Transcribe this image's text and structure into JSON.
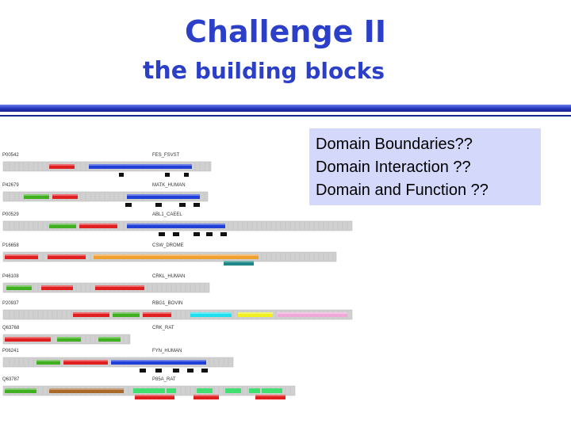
{
  "title": {
    "line1": "Challenge II",
    "line2_first": "the",
    "line2_rest": " building blocks"
  },
  "colors": {
    "title": "#2b3fc8",
    "rule": "#2334b8",
    "callout_bg": "#d4d8fb"
  },
  "callout": {
    "lines": [
      "Domain Boundaries??",
      "Domain Interaction ??",
      "Domain and Function ??"
    ]
  },
  "proteins": [
    {
      "accession": "P00542",
      "name": "FES_FSVST"
    },
    {
      "accession": "P42679",
      "name": "MATK_HUMAN"
    },
    {
      "accession": "P00529",
      "name": "ABL1_CAEEL"
    },
    {
      "accession": "P16658",
      "name": "CSW_DROME"
    },
    {
      "accession": "P46108",
      "name": "CRKL_HUMAN"
    },
    {
      "accession": "P20937",
      "name": "RBG1_BOVIN"
    },
    {
      "accession": "Q63768",
      "name": "CRK_RAT"
    },
    {
      "accession": "P06241",
      "name": "FYN_HUMAN"
    },
    {
      "accession": "Q63787",
      "name": "P85A_RAT"
    }
  ]
}
